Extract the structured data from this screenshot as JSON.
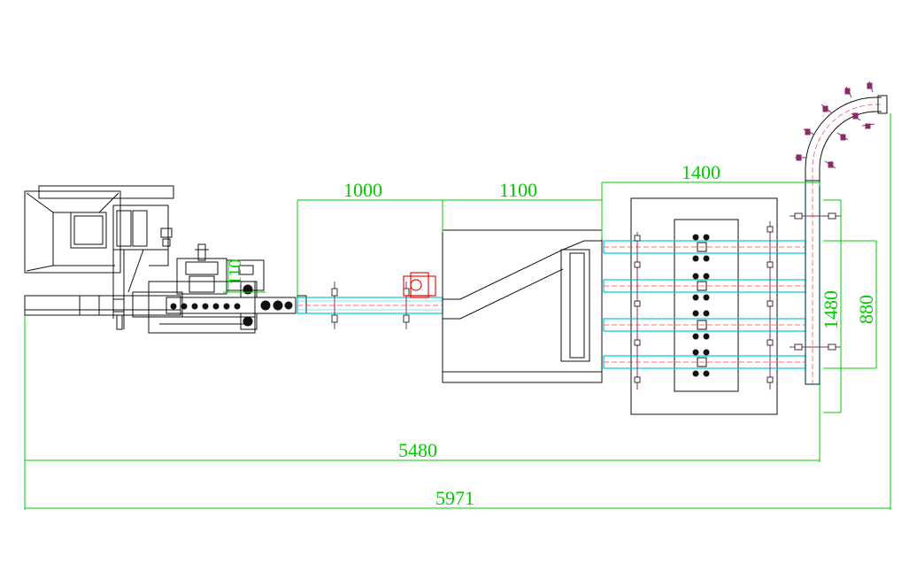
{
  "dimensions": {
    "d1000": "1000",
    "d1100": "1100",
    "d1400": "1400",
    "d1480": "1480",
    "d880": "880",
    "d5480": "5480",
    "d5971": "5971",
    "d110": "110"
  },
  "colors": {
    "dimension": "#00cc00",
    "conveyor": "#00c8d8",
    "conveyor_center": "#ff4040",
    "machine": "#111111",
    "motor": "#ee1111",
    "guide": "#8b2a6a",
    "centerline": "#dd3333",
    "background": "#ffffff"
  }
}
